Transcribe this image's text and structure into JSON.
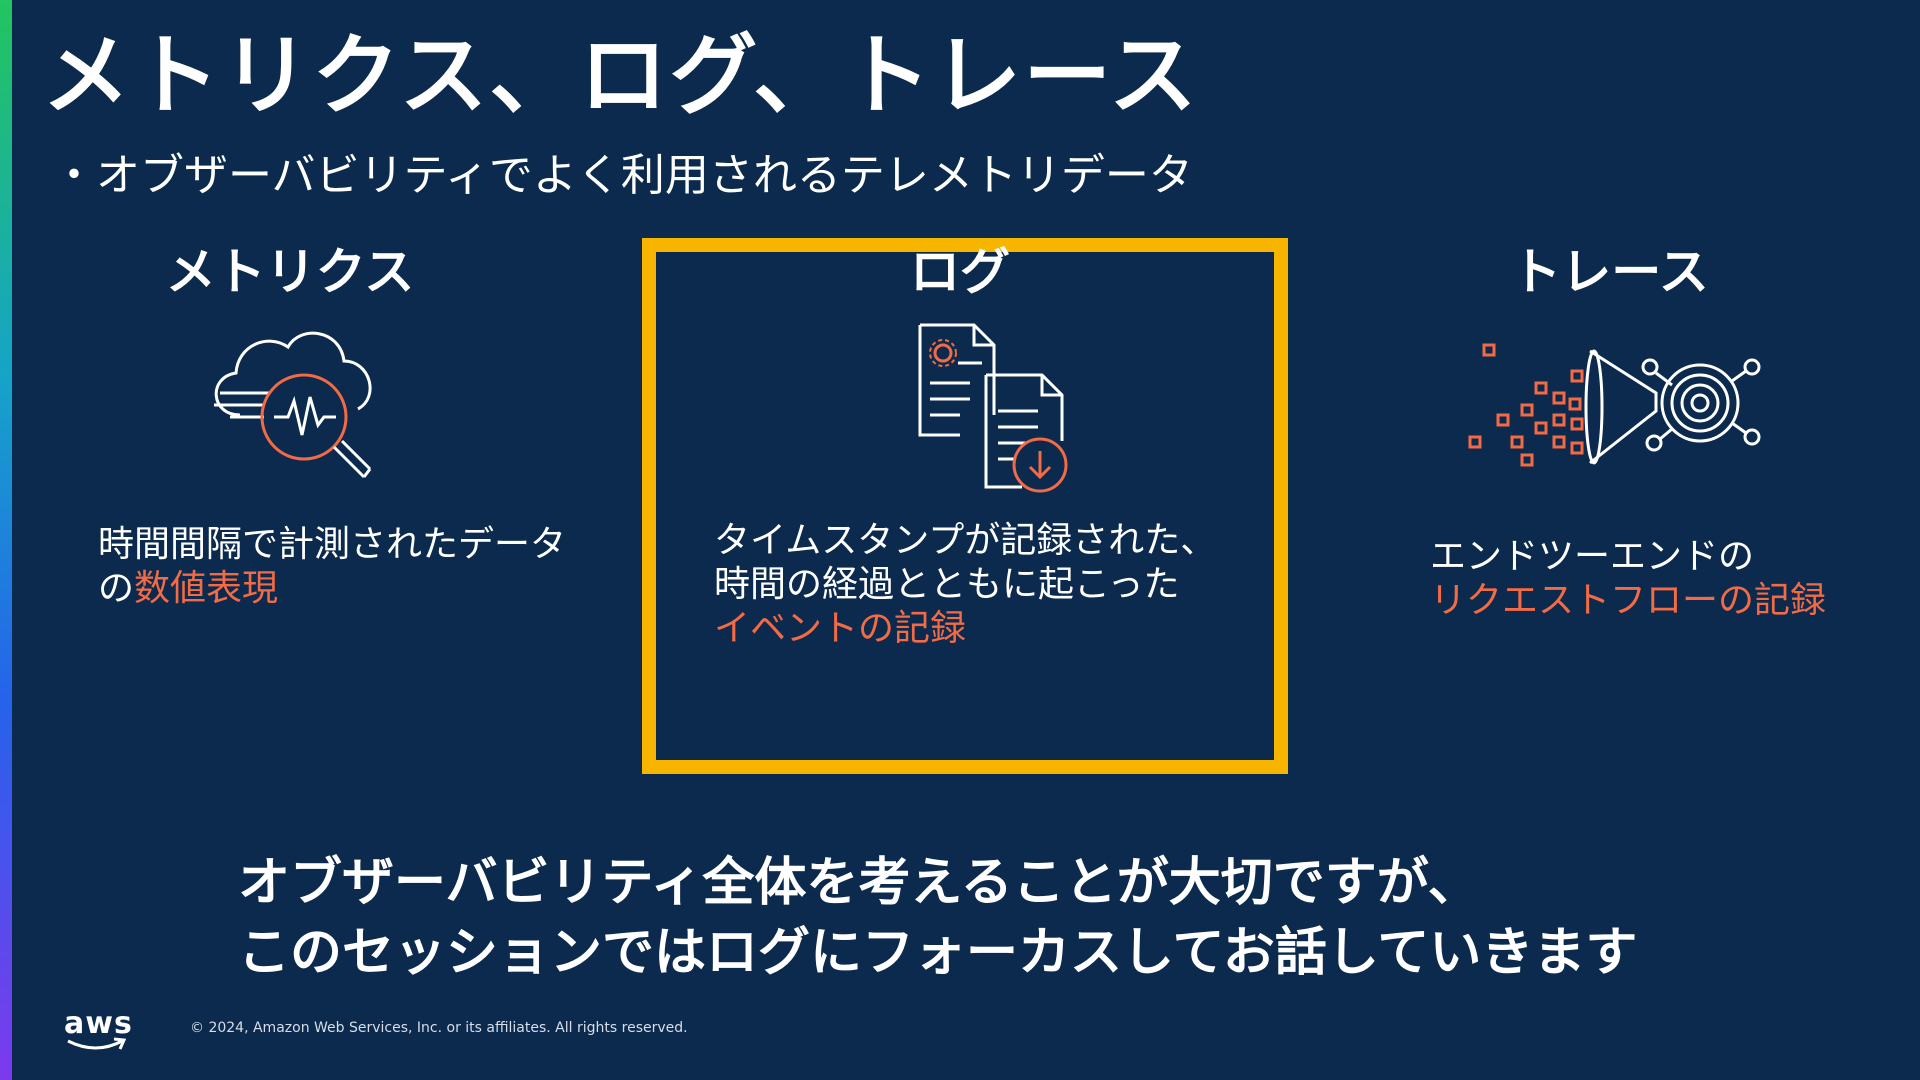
{
  "slide": {
    "title": "メトリクス、ログ、トレース",
    "subtitle": "・オブザーバビリティでよく利用されるテレメトリデータ",
    "columns": {
      "metrics": {
        "heading": "メトリクス",
        "icon": "cloud-search-pulse-icon",
        "line1": "時間間隔で計測されたデータ",
        "line2_prefix": "の",
        "line2_highlight": "数値表現"
      },
      "logs": {
        "heading": "ログ",
        "icon": "documents-download-icon",
        "line1": "タイムスタンプが記録された、",
        "line2": "時間の経過とともに起こった",
        "line3_highlight": "イベントの記録"
      },
      "traces": {
        "heading": "トレース",
        "icon": "trace-funnel-icon",
        "line1": "エンドツーエンドの",
        "line2_highlight": "リクエストフローの記録"
      }
    },
    "message": {
      "line1": "オブザーバビリティ全体を考えることが大切ですが、",
      "line2": "このセッションではログにフォーカスしてお話していきます"
    },
    "footer": {
      "logo_text": "aws",
      "copyright": "© 2024, Amazon Web Services, Inc. or its affiliates. All rights reserved."
    },
    "colors": {
      "background": "#0b2a4d",
      "highlight": "#f26b45",
      "box_border": "#f7b500",
      "text": "#ffffff"
    }
  }
}
